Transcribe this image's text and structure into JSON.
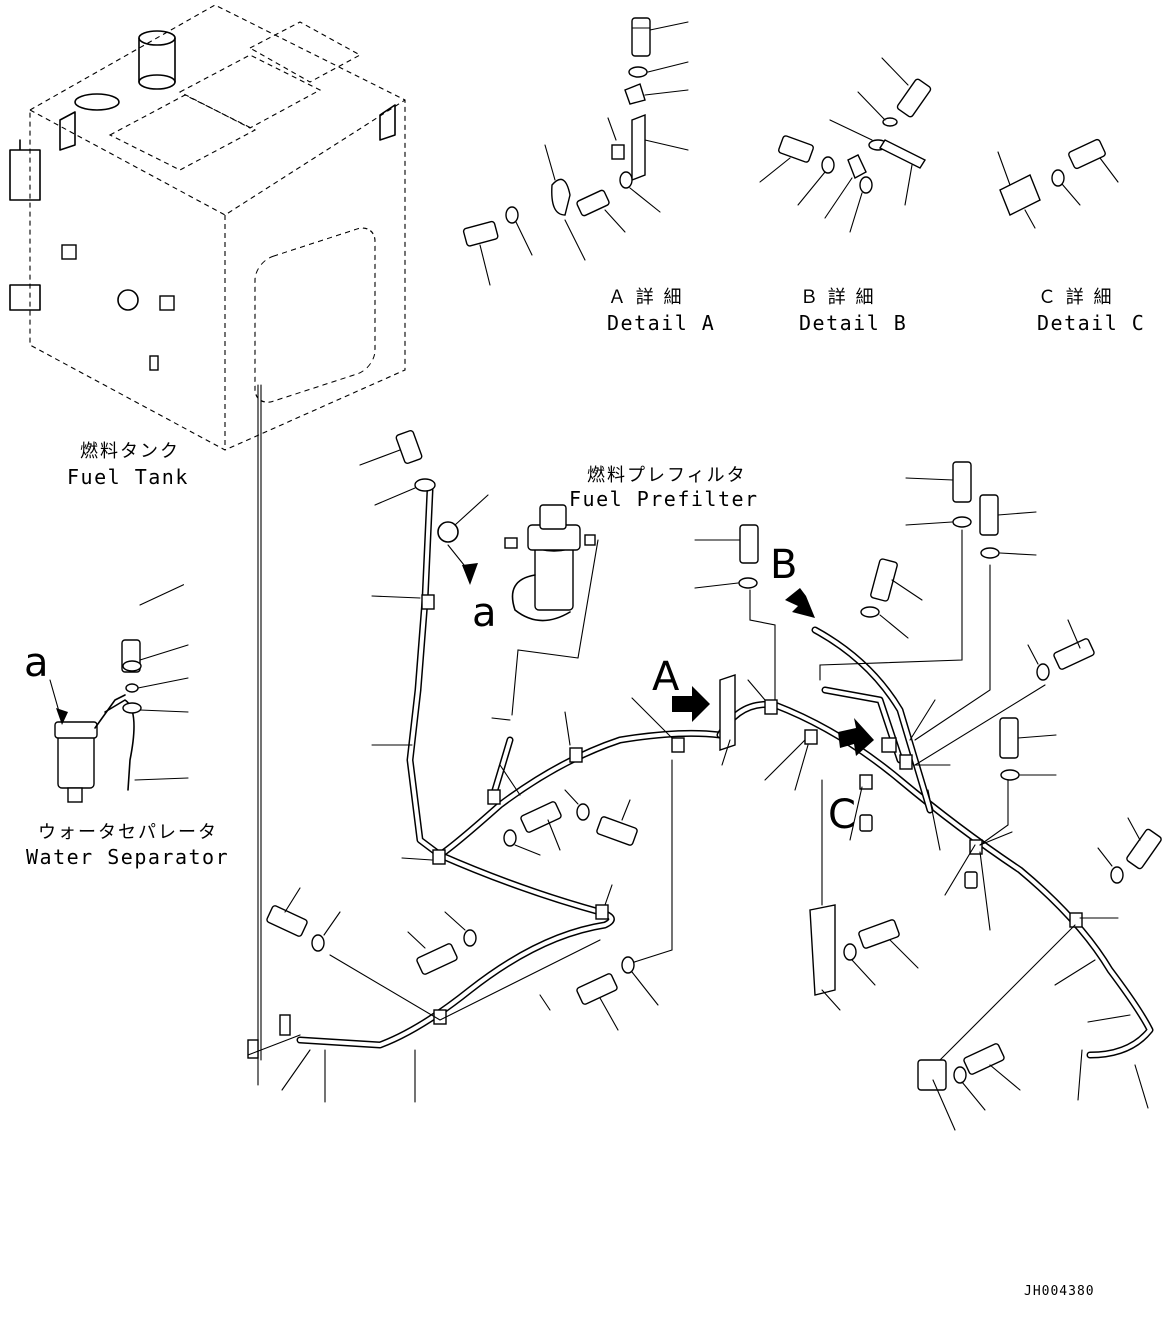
{
  "components": {
    "fuel_tank": {
      "jp": "燃料タンク",
      "en": "Fuel Tank"
    },
    "fuel_prefilter": {
      "jp": "燃料プレフィルタ",
      "en": "Fuel Prefilter"
    },
    "water_separator": {
      "jp": "ウォータセパレータ",
      "en": "Water Separator"
    }
  },
  "details": [
    {
      "jp": "Ａ 詳 細",
      "en": "Detail A"
    },
    {
      "jp": "Ｂ 詳 細",
      "en": "Detail B"
    },
    {
      "jp": "Ｃ 詳 細",
      "en": "Detail C"
    }
  ],
  "markers": {
    "a": "a",
    "A": "A",
    "B": "B",
    "C": "C"
  },
  "drawing_ref": "JH004380"
}
